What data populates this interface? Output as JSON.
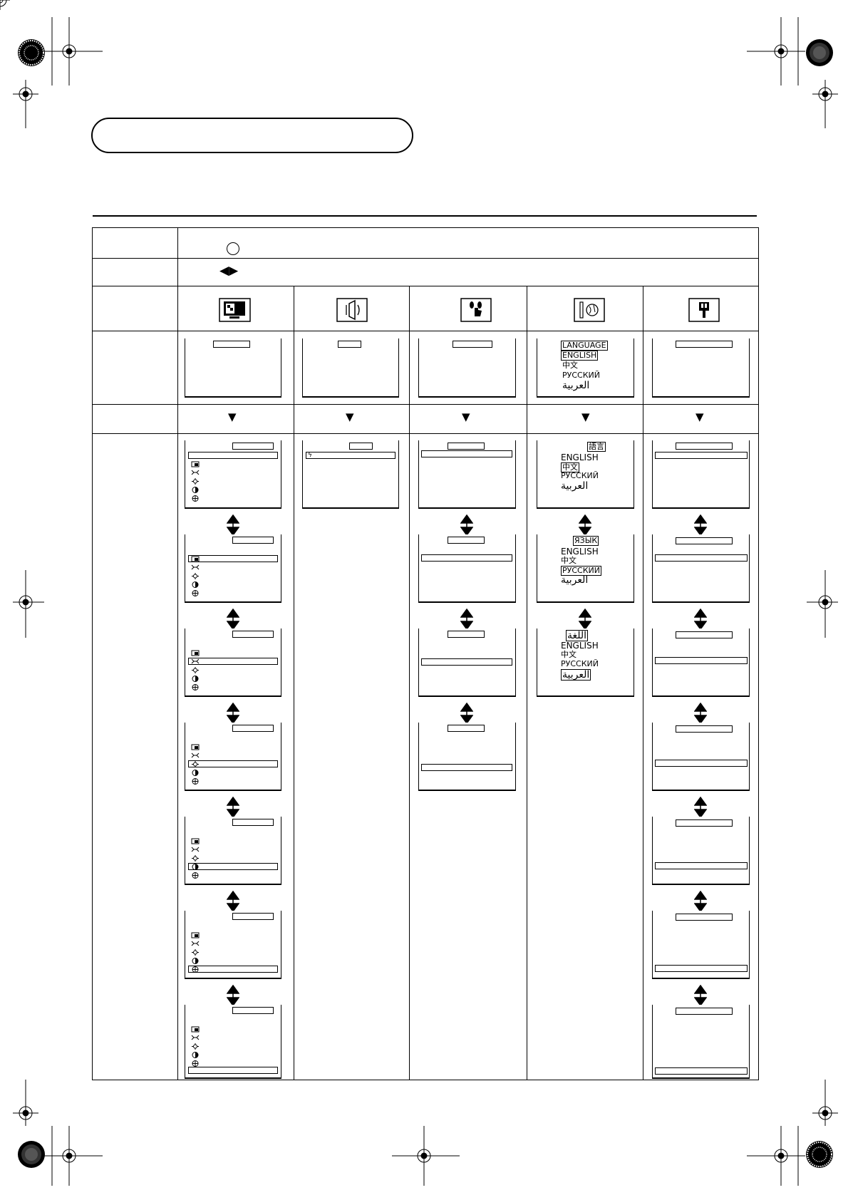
{
  "header": {
    "title_label": "",
    "subtitle": ""
  },
  "table": {
    "row_labels": [
      "",
      "",
      "",
      "",
      "",
      ""
    ],
    "press_button": {
      "symbol": "circle-button"
    },
    "select_arrows": {
      "symbol": "◀▶"
    },
    "down_arrow": "▼",
    "updown_arrow": "updown-arrow-icon",
    "columns": [
      {
        "key": "picture",
        "icon": "picture-monitor-icon"
      },
      {
        "key": "sound",
        "icon": "sound-speaker-icon"
      },
      {
        "key": "features",
        "icon": "features-hand-icon"
      },
      {
        "key": "language",
        "icon": "language-globe-icon"
      },
      {
        "key": "install",
        "icon": "install-plug-icon"
      }
    ]
  },
  "language": {
    "top_screen": [
      "LANGUAGE",
      "ENGLISH",
      "中文",
      "РУССКИЙ",
      "العربية"
    ],
    "screen_a": {
      "title": "語言",
      "items": [
        "ENGLISH",
        "中文",
        "РУССКИЙ",
        "العربية"
      ]
    },
    "screen_b": {
      "title": "ЯЗЫК",
      "items": [
        "ENGLISH",
        "中文",
        "РУССКИЙ",
        "العربية"
      ]
    },
    "screen_c": {
      "title": "اللغة",
      "items": [
        "ENGLISH",
        "中文",
        "РУССКИЙ",
        "العربية"
      ]
    }
  },
  "sound_screen": {
    "glyph": "ϟ"
  },
  "picture_icons": [
    "picture-mode-icon",
    "contrast-icon",
    "brightness-icon",
    "colour-icon",
    "tint-icon"
  ]
}
